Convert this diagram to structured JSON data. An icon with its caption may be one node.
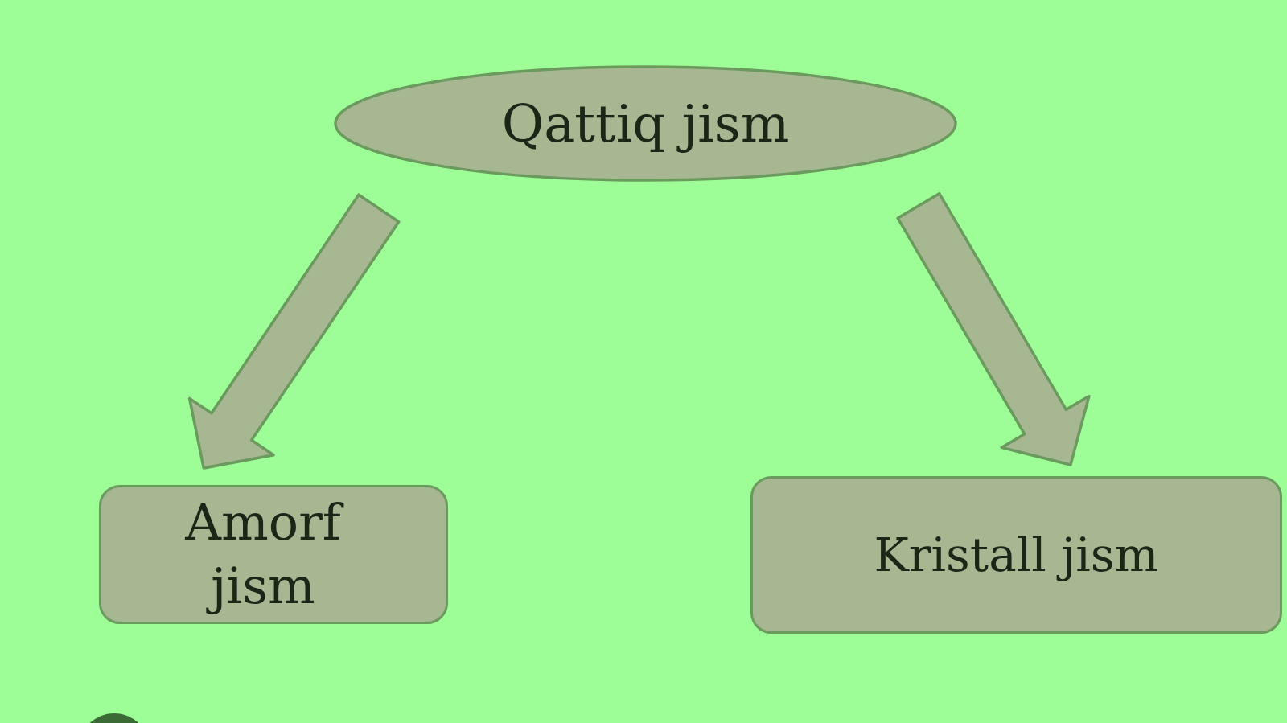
{
  "diagram": {
    "nodes": [
      {
        "text": [
          "Qattiq jism"
        ]
      },
      {
        "text": [
          "Amorf jism"
        ]
      },
      {
        "text": [
          "Kristall jism"
        ]
      }
    ],
    "edges": [
      {
        "from": 0,
        "to": 1,
        "arrow": "to"
      },
      {
        "from": 0,
        "to": 2,
        "arrow": "to"
      }
    ]
  }
}
